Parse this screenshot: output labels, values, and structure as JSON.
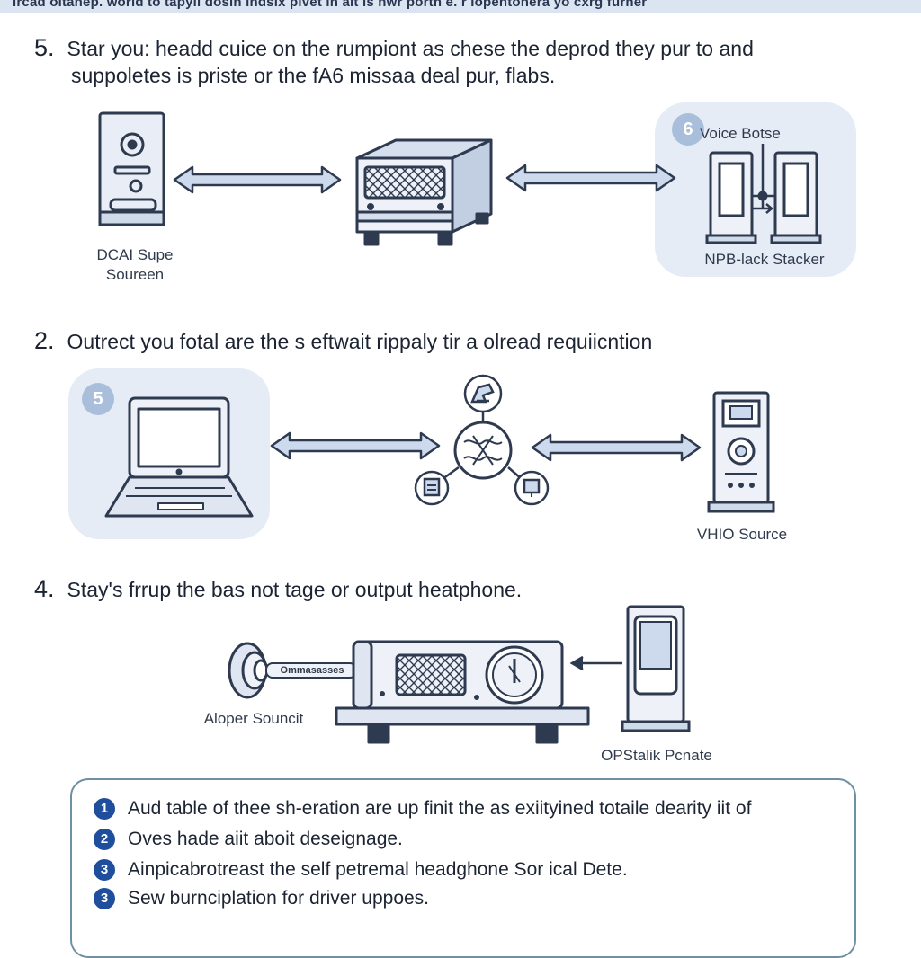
{
  "header": {
    "fragment": "ircad oltanep. worid to tapyll dosin indsix pivet in alt is nwr porth e. r Iopentonera yo cxrg furner"
  },
  "steps": [
    {
      "number": "5.",
      "line1": "Star you: headd cuice on the rumpiont as chese the deprod they pur to and",
      "line2": "suppoletes is priste or the fA6 missaa deal pur, flabs."
    },
    {
      "number": "2.",
      "line1": "Outrect you fotal are the s eftwait rippaly tir a olread requiicntion",
      "line2": ""
    },
    {
      "number": "4.",
      "line1": "Stay's frrup the bas not tage or output  heatphone.",
      "line2": ""
    }
  ],
  "badges": {
    "voice": "6",
    "laptop": "5"
  },
  "labels": {
    "dcai_line1": "DCAI Supe",
    "dcai_line2": "Soureen",
    "voice_botse": "Voice Botse",
    "npb_stacker": "NPB-lack Stacker",
    "vhio_source": "VHIO Source",
    "cable_text": "Ommasasses",
    "alooper": "Aloper Souncit",
    "op_stalik": "OPStalik Pcnate"
  },
  "notes": [
    {
      "marker": "1",
      "text": "Aud table of thee sh-eration are up finit the as exiityined totaile dearity iit of"
    },
    {
      "marker": "2",
      "text": "Oves hade aiit aboit deseignage."
    },
    {
      "marker": "3",
      "text": "Ainpicabrotreast the self petremal headghone Sor ical Dete."
    },
    {
      "marker": "3",
      "text": "Sew burnciplation for driver uppoes."
    }
  ],
  "colors": {
    "stroke": "#2e3a4f",
    "panel": "#e6ecf6",
    "arrow_fill": "#cdd9ec",
    "accent_blue": "#1f4e9c",
    "box_border": "#6f8fa3"
  }
}
